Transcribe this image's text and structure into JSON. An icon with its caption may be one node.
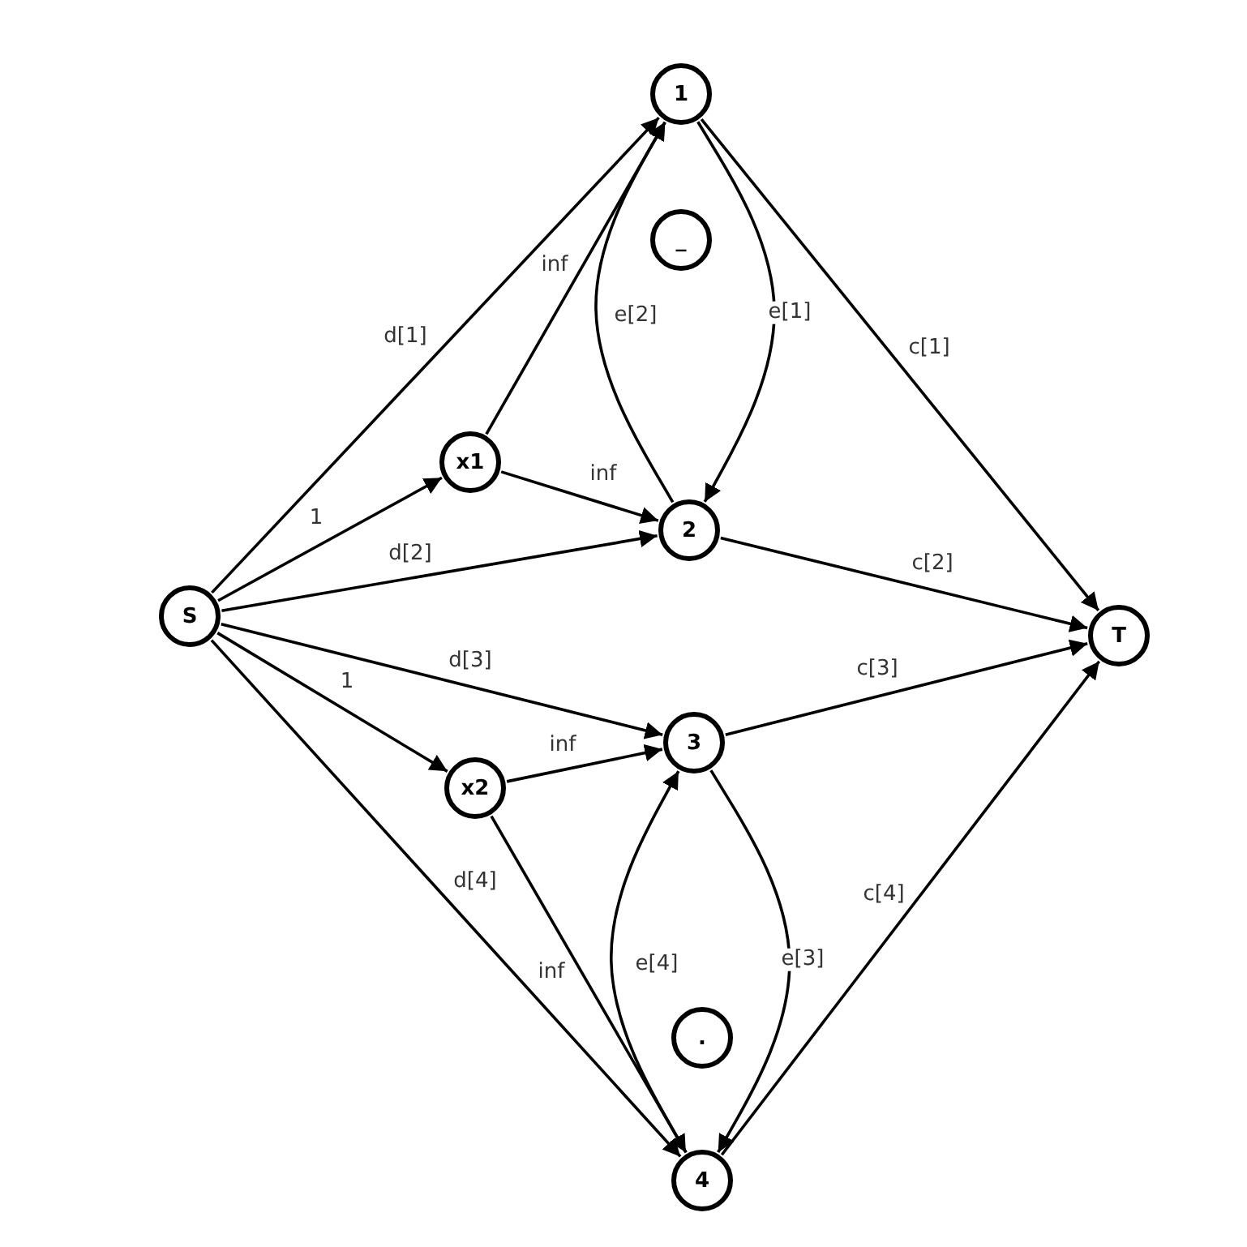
{
  "diagram": {
    "nodes": [
      {
        "text": [
          "1"
        ]
      },
      {
        "text": [
          "_"
        ]
      },
      {
        "text": [
          "x1"
        ]
      },
      {
        "text": [
          "2"
        ]
      },
      {
        "text": [
          "S"
        ]
      },
      {
        "text": [
          "T"
        ]
      },
      {
        "text": [
          "3"
        ]
      },
      {
        "text": [
          "x2"
        ]
      },
      {
        "text": [
          "."
        ]
      },
      {
        "text": [
          "4"
        ]
      }
    ],
    "edges": [
      {
        "from": 4,
        "to": 0,
        "arrow": "to",
        "label": "d[1]"
      },
      {
        "from": 4,
        "to": 2,
        "arrow": "to",
        "label": "1"
      },
      {
        "from": 4,
        "to": 3,
        "arrow": "to",
        "label": "d[2]"
      },
      {
        "from": 4,
        "to": 6,
        "arrow": "to",
        "label": "d[3]"
      },
      {
        "from": 4,
        "to": 7,
        "arrow": "to",
        "label": "1"
      },
      {
        "from": 4,
        "to": 9,
        "arrow": "to",
        "label": "d[4]"
      },
      {
        "from": 2,
        "to": 0,
        "arrow": "to",
        "label": "inf"
      },
      {
        "from": 2,
        "to": 3,
        "arrow": "to",
        "label": "inf"
      },
      {
        "from": 0,
        "to": 3,
        "arrow": "to",
        "label": "e[1]"
      },
      {
        "from": 3,
        "to": 0,
        "arrow": "to",
        "label": "e[2]"
      },
      {
        "from": 7,
        "to": 6,
        "arrow": "to",
        "label": "inf"
      },
      {
        "from": 7,
        "to": 9,
        "arrow": "to",
        "label": "inf"
      },
      {
        "from": 6,
        "to": 9,
        "arrow": "to",
        "label": "e[3]"
      },
      {
        "from": 9,
        "to": 6,
        "arrow": "to",
        "label": "e[4]"
      },
      {
        "from": 0,
        "to": 5,
        "arrow": "to",
        "label": "c[1]"
      },
      {
        "from": 3,
        "to": 5,
        "arrow": "to",
        "label": "c[2]"
      },
      {
        "from": 6,
        "to": 5,
        "arrow": "to",
        "label": "c[3]"
      },
      {
        "from": 9,
        "to": 5,
        "arrow": "to",
        "label": "c[4]"
      }
    ]
  }
}
